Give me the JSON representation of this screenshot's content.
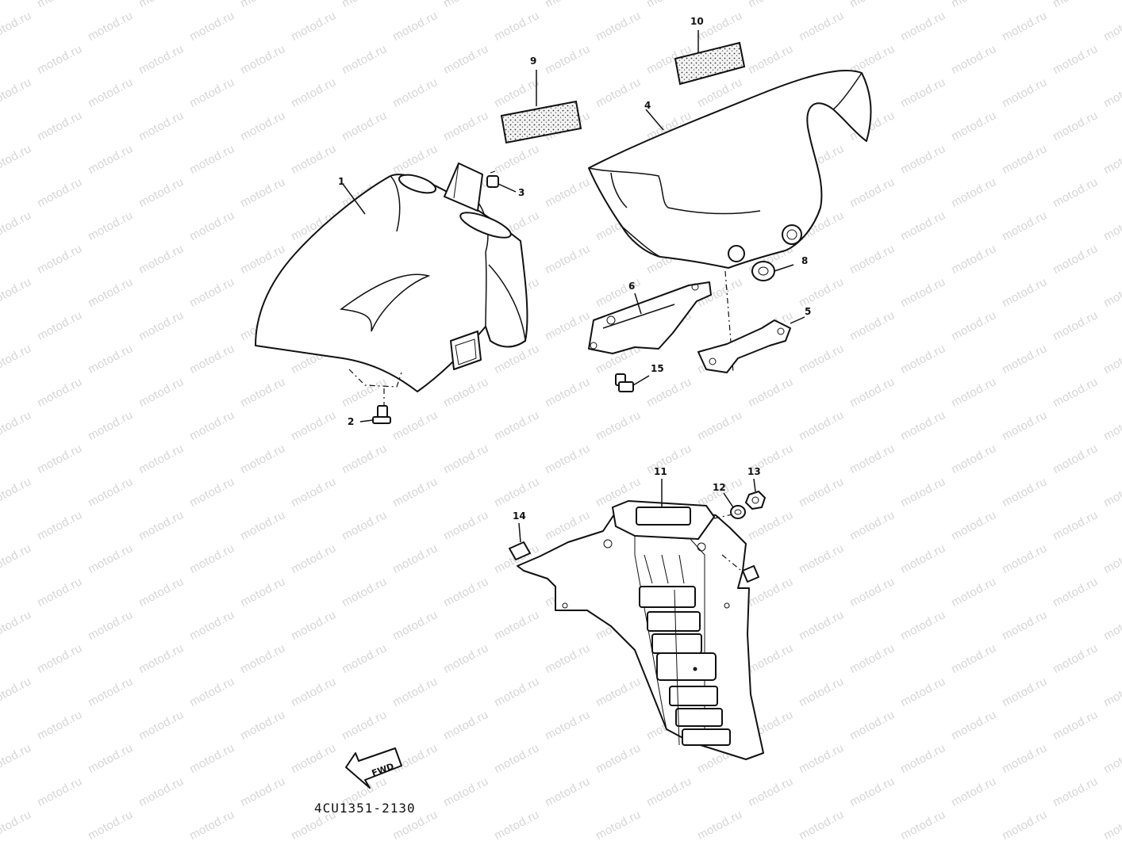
{
  "watermark_text": "motod.ru",
  "diagram_code": "4CU1351-2130",
  "fwd_label": "FWD",
  "callouts": [
    {
      "id": "1",
      "label": "1"
    },
    {
      "id": "2",
      "label": "2"
    },
    {
      "id": "3",
      "label": "3"
    },
    {
      "id": "4",
      "label": "4"
    },
    {
      "id": "5",
      "label": "5"
    },
    {
      "id": "6",
      "label": "6"
    },
    {
      "id": "8",
      "label": "8"
    },
    {
      "id": "9",
      "label": "9"
    },
    {
      "id": "10",
      "label": "10"
    },
    {
      "id": "11",
      "label": "11"
    },
    {
      "id": "12",
      "label": "12"
    },
    {
      "id": "13",
      "label": "13"
    },
    {
      "id": "14",
      "label": "14"
    },
    {
      "id": "15",
      "label": "15"
    }
  ]
}
